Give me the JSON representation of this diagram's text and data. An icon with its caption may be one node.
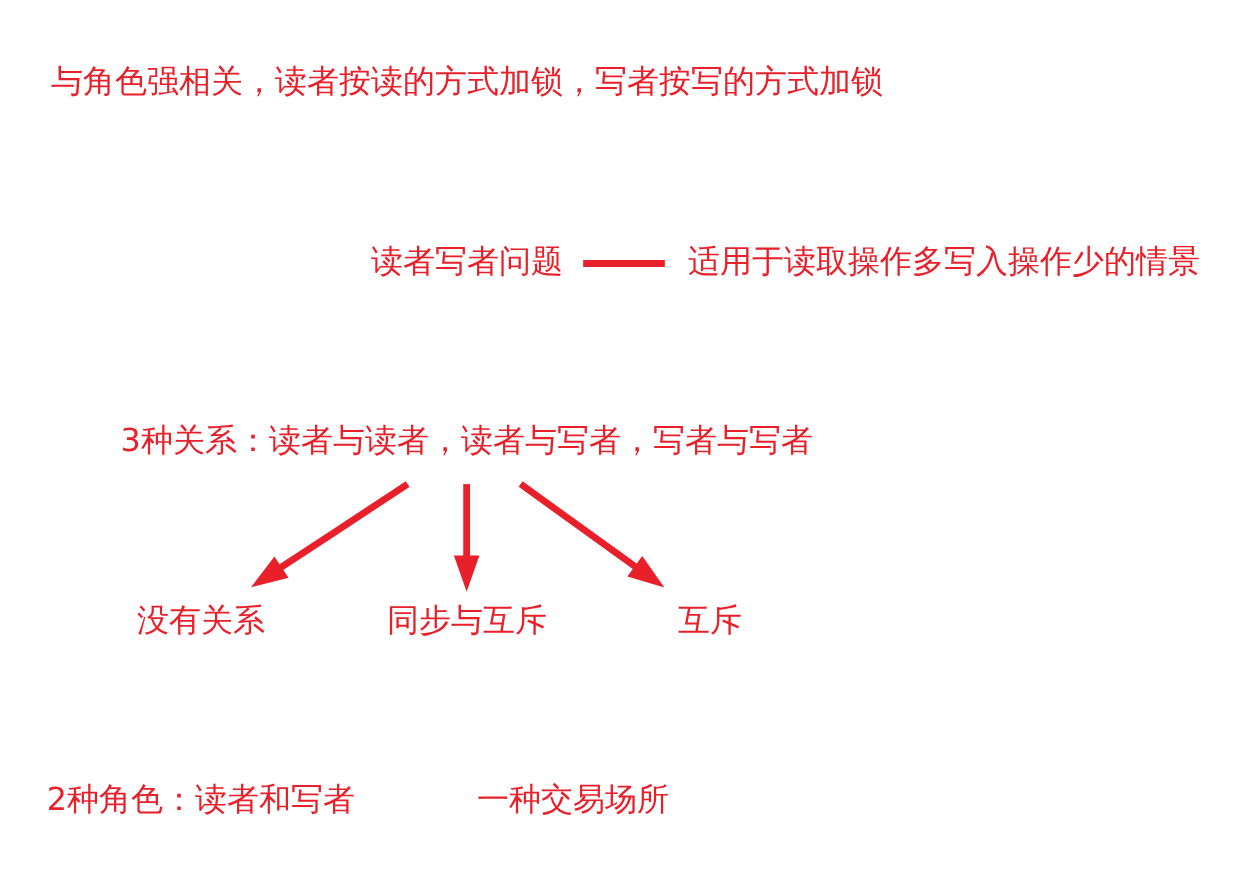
{
  "diagram": {
    "nodes": [
      {
        "text": [
          "读者写者问题"
        ]
      },
      {
        "text": [
          "适用于读取操作多写入操作少的情景"
        ]
      },
      {
        "text": [
          "3种关系：读者与读者，读者与写者，写者与写者"
        ]
      },
      {
        "text": [
          "没有关系"
        ]
      },
      {
        "text": [
          "同步与互斥"
        ]
      },
      {
        "text": [
          "互斥"
        ]
      }
    ],
    "edges": [
      {
        "from": 0,
        "to": 1,
        "arrow": "none"
      },
      {
        "from": 2,
        "to": 3,
        "arrow": "to"
      },
      {
        "from": 2,
        "to": 4,
        "arrow": "to"
      },
      {
        "from": 2,
        "to": 5,
        "arrow": "to"
      }
    ],
    "labels": [
      "与角色强相关，读者按读的方式加锁，写者按写的方式加锁",
      "2种角色：读者和写者",
      "一种交易场所"
    ]
  }
}
